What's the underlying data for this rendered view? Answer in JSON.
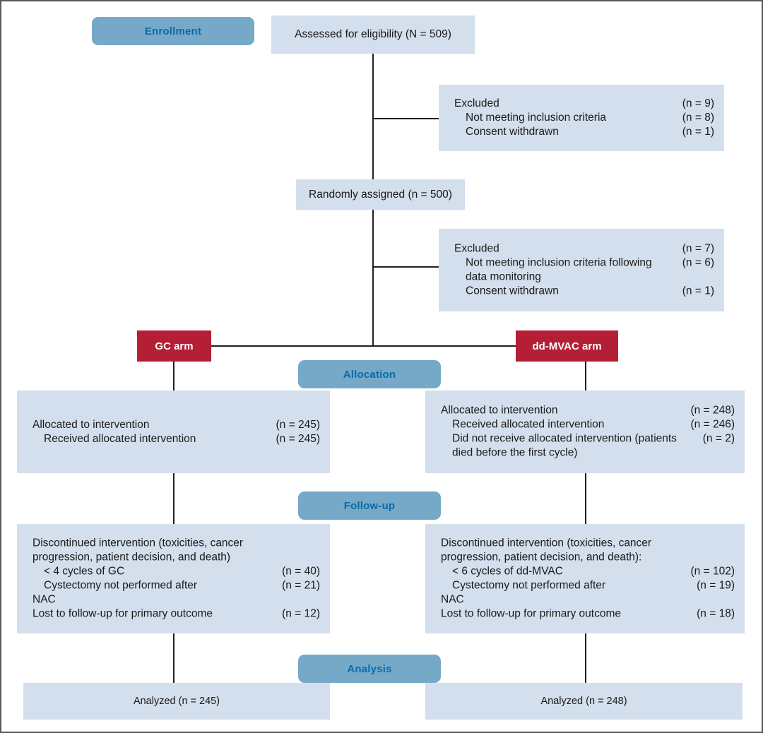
{
  "figure": {
    "type": "consort-flow-diagram",
    "colors": {
      "pill_fill": "#76a8c8",
      "pill_text": "#0b6ba8",
      "box_fill": "#d3dfec",
      "arm_fill": "#b41f35",
      "arm_text": "#ffffff",
      "line": "#231f20",
      "frame": "#58585a"
    }
  },
  "stages": {
    "enrollment": "Enrollment",
    "allocation": "Allocation",
    "followup": "Follow-up",
    "analysis": "Analysis"
  },
  "arms": {
    "left": "GC arm",
    "right": "dd-MVAC arm"
  },
  "assessed": {
    "text": "Assessed for eligibility (N = 509)"
  },
  "randomized": {
    "text": "Randomly assigned (n = 500)"
  },
  "excluded_1": {
    "rows": [
      {
        "label": "Excluded",
        "n": "(n = 9)",
        "indent": 0
      },
      {
        "label": "Not meeting inclusion criteria",
        "n": "(n = 8)",
        "indent": 1
      },
      {
        "label": "Consent withdrawn",
        "n": "(n = 1)",
        "indent": 1
      }
    ]
  },
  "excluded_2": {
    "rows": [
      {
        "label": "Excluded",
        "n": "(n = 7)",
        "indent": 0
      },
      {
        "label": "Not meeting inclusion criteria following\ndata monitoring",
        "n": "(n = 6)",
        "indent": 1
      },
      {
        "label": "Consent withdrawn",
        "n": "(n = 1)",
        "indent": 1
      }
    ]
  },
  "allocation_left": {
    "rows": [
      {
        "label": "Allocated to intervention",
        "n": "(n = 245)",
        "indent": 0
      },
      {
        "label": "Received allocated intervention",
        "n": "(n = 245)",
        "indent": 1
      }
    ]
  },
  "allocation_right": {
    "rows": [
      {
        "label": "Allocated to intervention",
        "n": "(n = 248)",
        "indent": 0
      },
      {
        "label": "Received allocated intervention",
        "n": "(n = 246)",
        "indent": 1
      },
      {
        "label": "Did not receive allocated intervention (patients\ndied before the first cycle)",
        "n": "(n = 2)",
        "indent": 1
      }
    ]
  },
  "followup_left": {
    "rows": [
      {
        "label": "Discontinued intervention (toxicities, cancer\nprogression, patient decision, and death)",
        "n": "",
        "indent": 0
      },
      {
        "label": "< 4 cycles of GC",
        "n": "(n = 40)",
        "indent": 1
      },
      {
        "label": "Cystectomy not performed after",
        "n": "(n = 21)",
        "indent": 1
      },
      {
        "label": "NAC",
        "n": "",
        "indent": 0
      },
      {
        "label": "Lost to follow-up for primary outcome",
        "n": "(n = 12)",
        "indent": 0
      }
    ]
  },
  "followup_right": {
    "rows": [
      {
        "label": "Discontinued intervention (toxicities, cancer\nprogression, patient decision, and death):",
        "n": "",
        "indent": 0
      },
      {
        "label": "< 6 cycles of dd-MVAC",
        "n": "(n = 102)",
        "indent": 1
      },
      {
        "label": "Cystectomy not performed after",
        "n": "(n = 19)",
        "indent": 1
      },
      {
        "label": "NAC",
        "n": "",
        "indent": 0
      },
      {
        "label": "Lost to follow-up for primary outcome",
        "n": "(n = 18)",
        "indent": 0
      }
    ]
  },
  "analysis_left": {
    "text": "Analyzed (n = 245)"
  },
  "analysis_right": {
    "text": "Analyzed (n = 248)"
  }
}
